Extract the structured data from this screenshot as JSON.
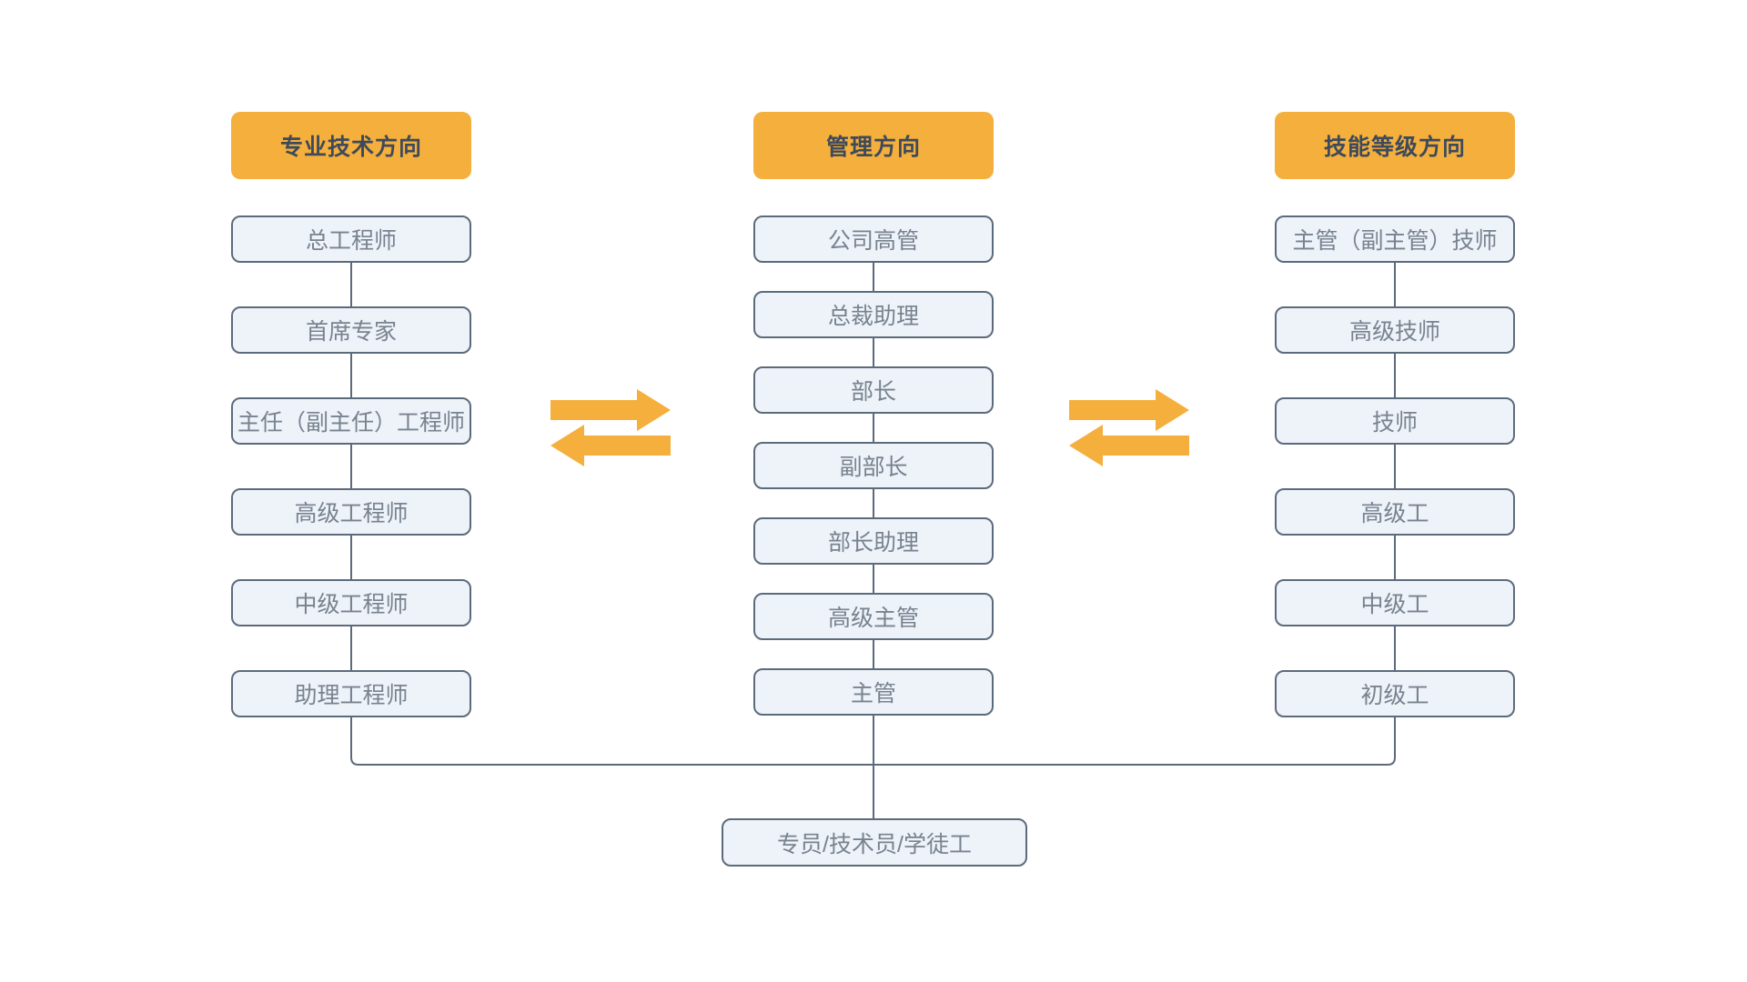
{
  "diagram": {
    "title_implicit": "职业发展通道（岗位晋升与转换）",
    "columns": [
      {
        "header": "专业技术方向",
        "items": [
          "总工程师",
          "首席专家",
          "主任（副主任）工程师",
          "高级工程师",
          "中级工程师",
          "助理工程师"
        ]
      },
      {
        "header": "管理方向",
        "items": [
          "公司高管",
          "总裁助理",
          "部长",
          "副部长",
          "部长助理",
          "高级主管",
          "主管"
        ]
      },
      {
        "header": "技能等级方向",
        "items": [
          "主管（副主管）技师",
          "高级技师",
          "技师",
          "高级工",
          "中级工",
          "初级工"
        ]
      }
    ],
    "bottom_box": "专员/技术员/学徒工",
    "icons": {
      "left_swap": "swap-arrows-icon",
      "right_swap": "swap-arrows-icon"
    },
    "colors": {
      "header_bg": "#F5AF3C",
      "header_text": "#3D4A5C",
      "node_bg": "#EEF2F9",
      "node_border": "#5C6B7C",
      "node_text": "#78838F",
      "connector_line": "#5C6B7C",
      "arrow": "#F5AF3C",
      "background": "#FFFFFF"
    }
  }
}
